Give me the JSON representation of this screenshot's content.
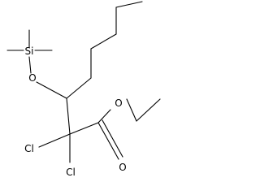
{
  "molecule": {
    "atoms": {
      "si": "Si",
      "o_ether": "O",
      "o_ester": "O",
      "o_carbonyl": "O",
      "cl_left": "Cl",
      "cl_bottom": "Cl"
    }
  },
  "style": {
    "bond_color": "#000000",
    "background": "#ffffff"
  }
}
